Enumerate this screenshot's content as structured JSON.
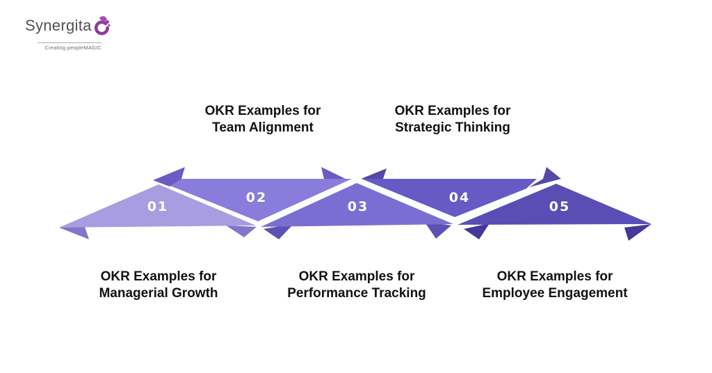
{
  "brand": {
    "name": "Synergita",
    "tagline": "Creating peopleMAGIC"
  },
  "steps": [
    {
      "number": "01",
      "label_line1": "OKR Examples for",
      "label_line2": "Managerial Growth",
      "label_position": "bottom"
    },
    {
      "number": "02",
      "label_line1": "OKR Examples for",
      "label_line2": "Team Alignment",
      "label_position": "top"
    },
    {
      "number": "03",
      "label_line1": "OKR Examples for",
      "label_line2": "Performance Tracking",
      "label_position": "bottom"
    },
    {
      "number": "04",
      "label_line1": "OKR Examples for",
      "label_line2": "Strategic Thinking",
      "label_position": "top"
    },
    {
      "number": "05",
      "label_line1": "OKR Examples for",
      "label_line2": "Employee Engagement",
      "label_position": "bottom"
    }
  ],
  "colors": {
    "c1": "#a89de0",
    "c1_fold": "#8276c9",
    "c2": "#8a7cda",
    "c2_fold": "#6a5cc3",
    "c3": "#7b6ed2",
    "c3_fold": "#5e51b5",
    "c4": "#675ac4",
    "c4_fold": "#5549a6",
    "c5": "#5a4db4",
    "c5_fold": "#44389a",
    "logo_purple": "#8b3e98",
    "logo_purple_light": "#a94caf",
    "label_text": "#111111"
  }
}
